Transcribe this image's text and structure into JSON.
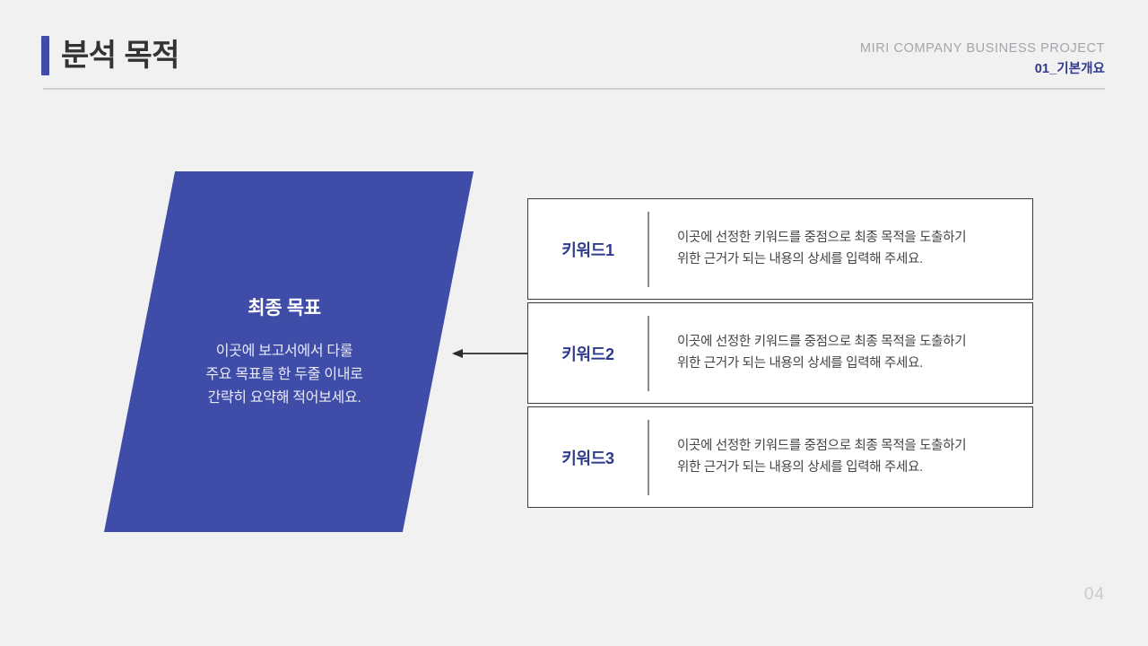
{
  "header": {
    "title": "분석 목적",
    "brand": "MIRI COMPANY BUSINESS PROJECT",
    "section": "01_기본개요",
    "accent_color": "#3f4da8"
  },
  "goal": {
    "title": "최종 목표",
    "desc_line1": "이곳에 보고서에서 다룰",
    "desc_line2": "주요 목표를 한 두줄 이내로",
    "desc_line3": "간략히 요약해 적어보세요.",
    "fill_color": "#3f4da8"
  },
  "cards": [
    {
      "keyword": "키워드1",
      "desc_line1": "이곳에 선정한 키워드를 중점으로 최종 목적을 도출하기",
      "desc_line2": "위한 근거가 되는 내용의 상세를 입력해 주세요."
    },
    {
      "keyword": "키워드2",
      "desc_line1": "이곳에 선정한 키워드를 중점으로 최종 목적을 도출하기",
      "desc_line2": "위한 근거가 되는 내용의 상세를 입력해 주세요."
    },
    {
      "keyword": "키워드3",
      "desc_line1": "이곳에 선정한 키워드를 중점으로 최종 목적을 도출하기",
      "desc_line2": "위한 근거가 되는 내용의 상세를 입력해 주세요."
    }
  ],
  "footer": {
    "page_number": "04"
  }
}
